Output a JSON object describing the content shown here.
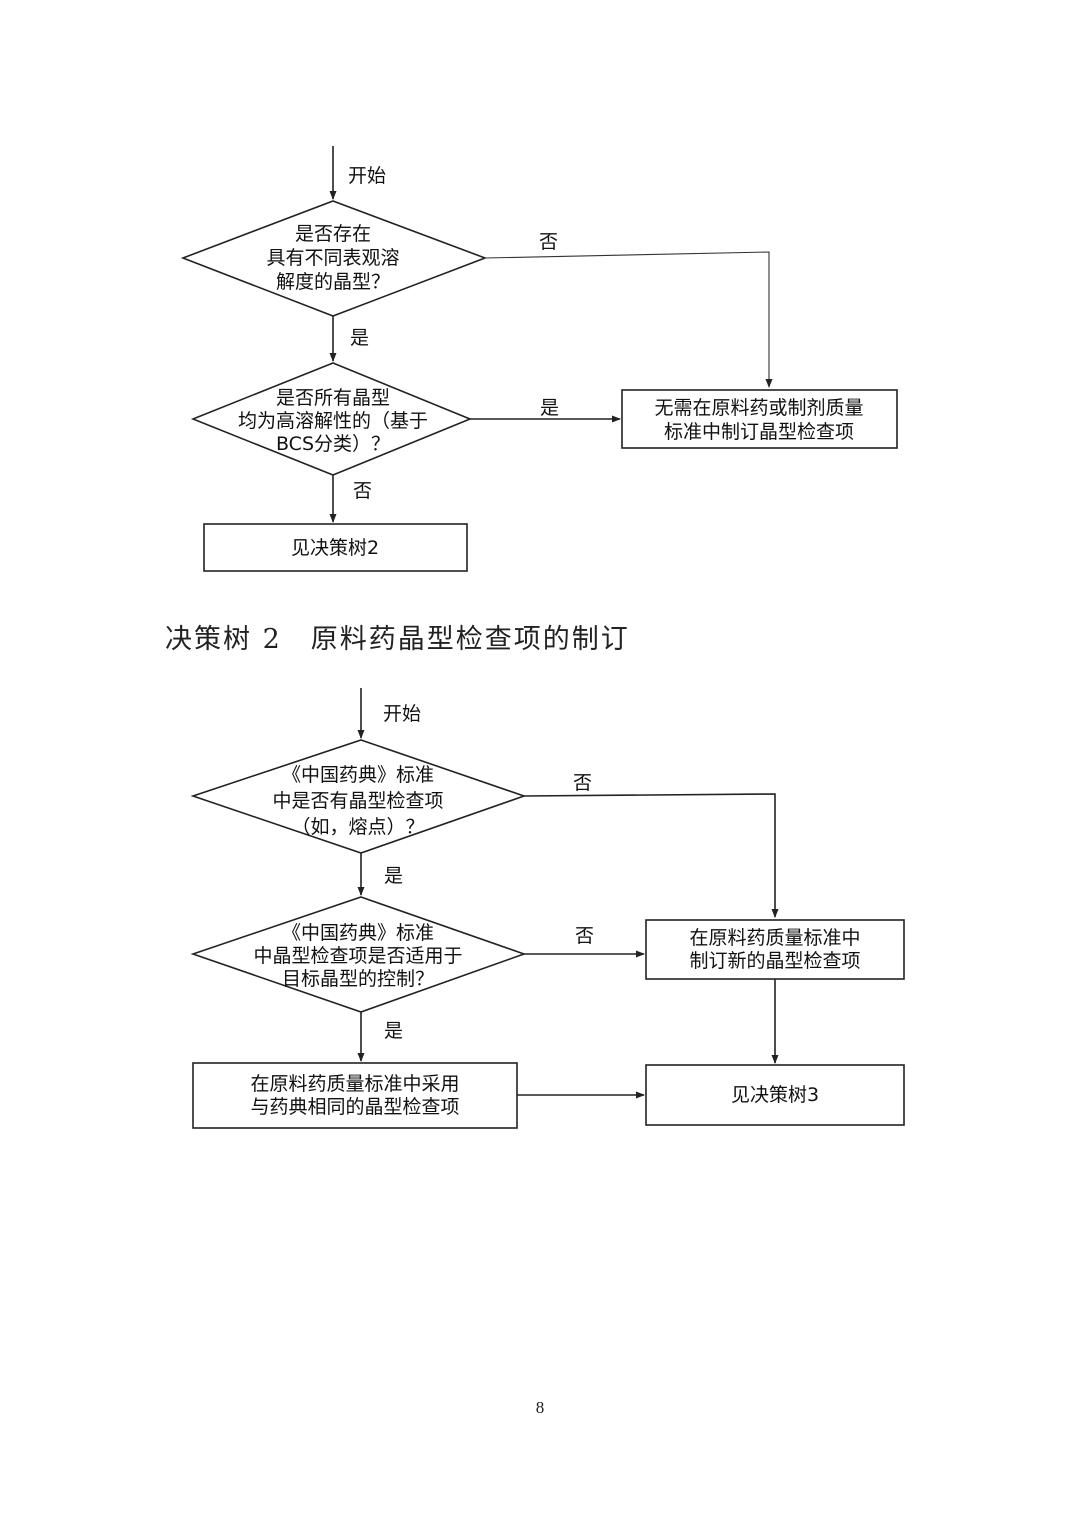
{
  "tree1": {
    "start_label": "开始",
    "decision1": {
      "lines": [
        "是否存在",
        "具有不同表观溶",
        "解度的晶型？"
      ]
    },
    "decision1_no": "否",
    "decision1_yes": "是",
    "decision2": {
      "lines": [
        "是否所有晶型",
        "均为高溶解性的（基于",
        "BCS分类）？"
      ]
    },
    "decision2_yes": "是",
    "decision2_no": "否",
    "box_no_check": {
      "lines": [
        "无需在原料药或制剂质量",
        "标准中制订晶型检查项"
      ]
    },
    "box_see_tree2": {
      "lines": [
        "见决策树2"
      ]
    }
  },
  "section_title": "决策树 2　原料药晶型检查项的制订",
  "tree2": {
    "start_label": "开始",
    "decision1": {
      "lines": [
        "《中国药典》标准",
        "中是否有晶型检查项",
        "（如，熔点）？"
      ]
    },
    "decision1_no": "否",
    "decision1_yes": "是",
    "decision2": {
      "lines": [
        "《中国药典》标准",
        "中晶型检查项是否适用于",
        "目标晶型的控制？"
      ]
    },
    "decision2_no": "否",
    "decision2_yes": "是",
    "box_new_check": {
      "lines": [
        "在原料药质量标准中",
        "制订新的晶型检查项"
      ]
    },
    "box_adopt": {
      "lines": [
        "在原料药质量标准中采用",
        "与药典相同的晶型检查项"
      ]
    },
    "box_see_tree3": {
      "lines": [
        "见决策树3"
      ]
    }
  },
  "page_number": "8"
}
